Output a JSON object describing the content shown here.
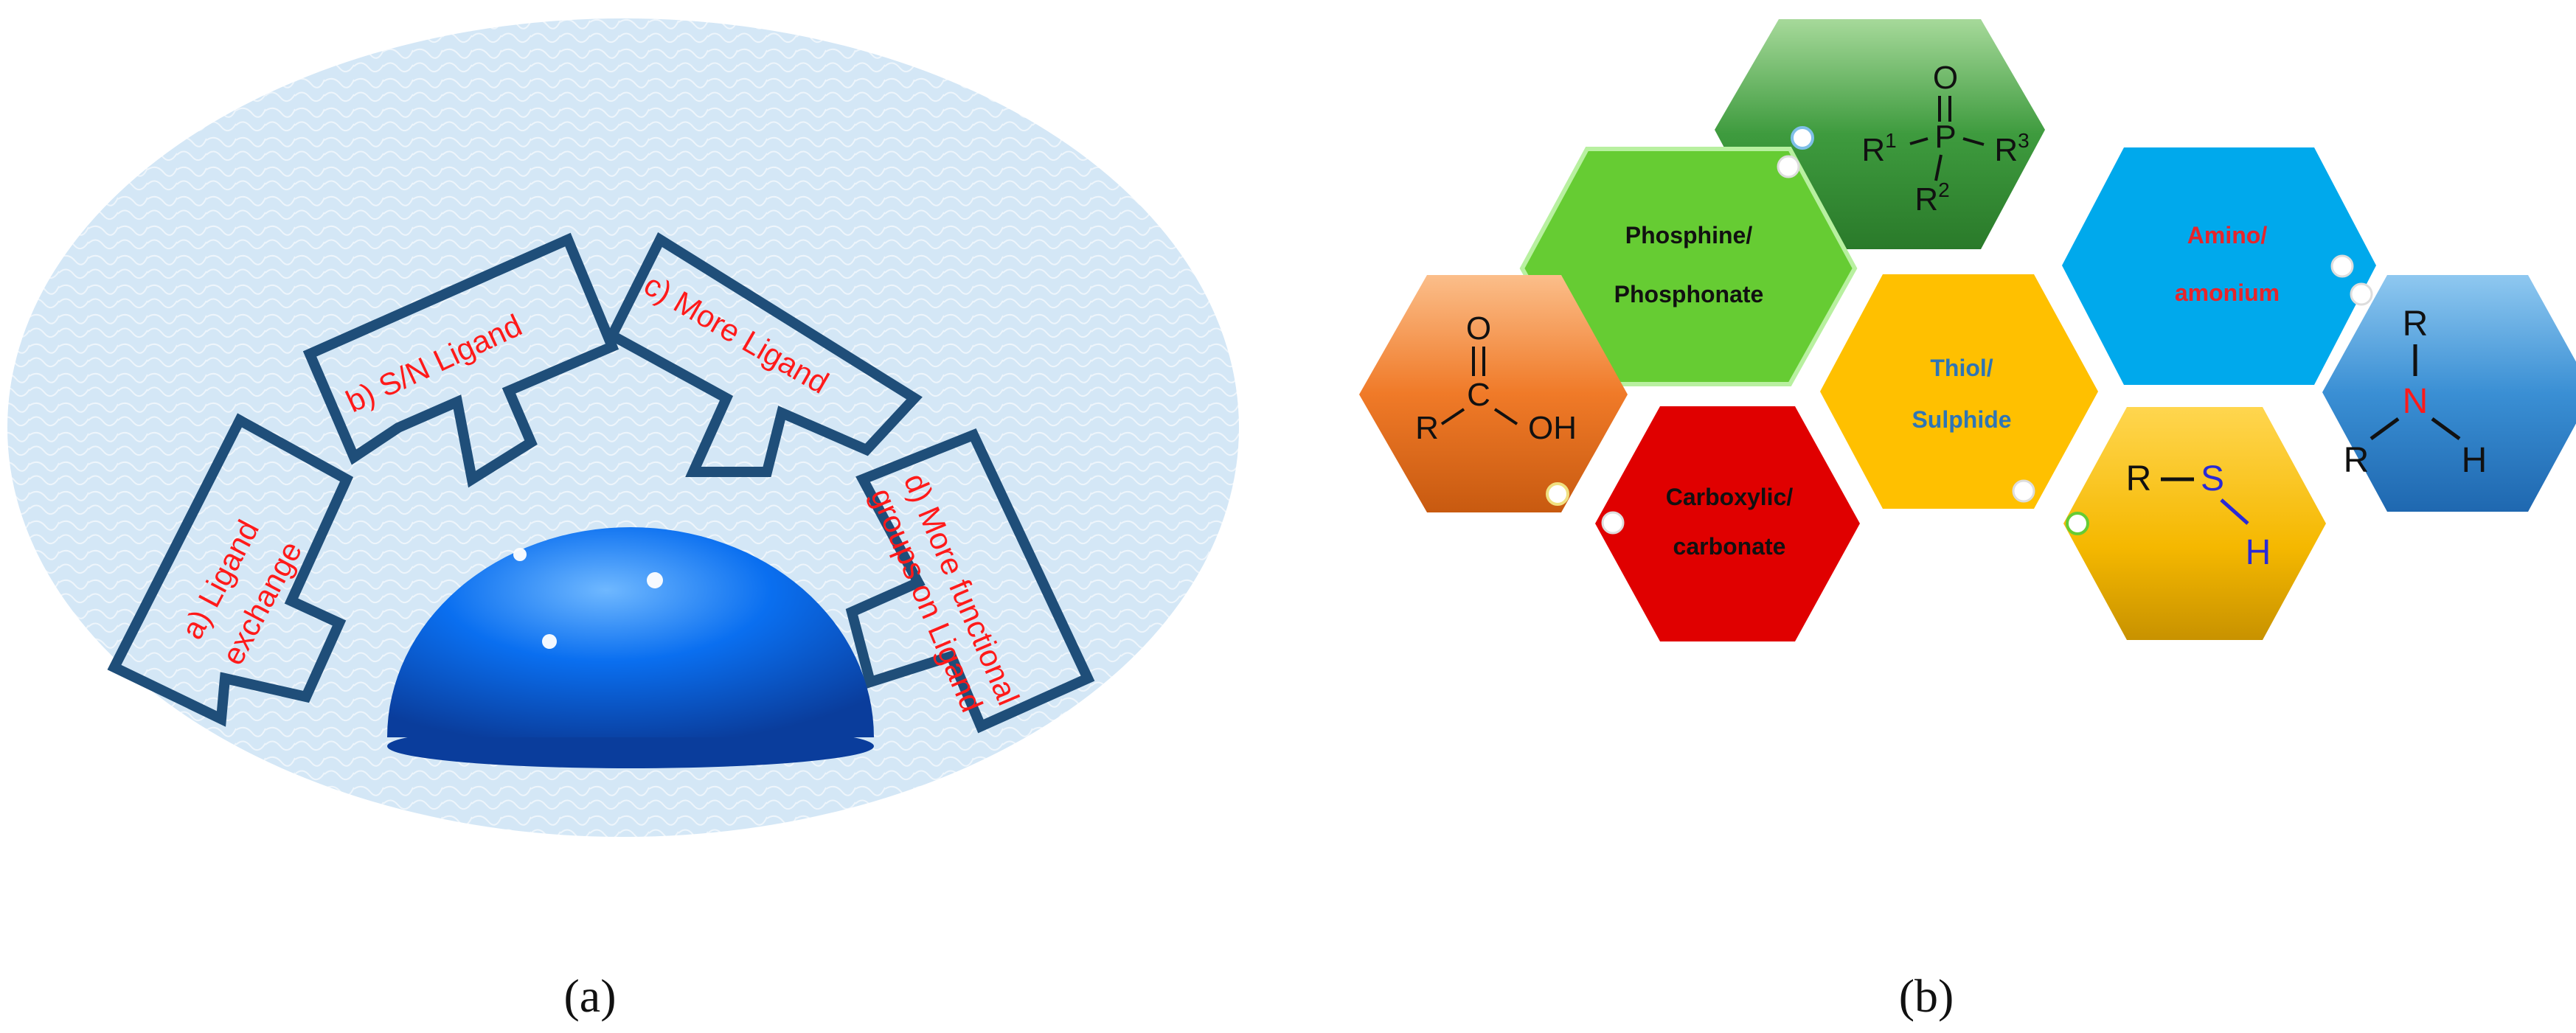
{
  "panel_a": {
    "caption": "(a)",
    "arrows": [
      {
        "id": "a",
        "label_line1": "a) Ligand",
        "label_line2": "exchange"
      },
      {
        "id": "b",
        "label_line1": "b) S/N Ligand"
      },
      {
        "id": "c",
        "label_line1": "c) More  Ligand"
      },
      {
        "id": "d",
        "label_line1": "d) More functional",
        "label_line2": "groups  on Ligand"
      }
    ],
    "colors": {
      "ellipse": "#cfe3f3",
      "arrow_stroke": "#1f4e79",
      "label": "#ff1a1a",
      "dome": "#0a63d6"
    }
  },
  "panel_b": {
    "caption": "(b)",
    "hexagons": [
      {
        "id": "phosphine",
        "line1": "Phosphine/",
        "line2": "Phosphonate",
        "color": "#66cc33",
        "text_color": "#111111"
      },
      {
        "id": "amino",
        "line1": "Amino/",
        "line2": "amonium",
        "color": "#00a9ec",
        "text_color": "#e8242a"
      },
      {
        "id": "thiol",
        "line1": "Thiol/",
        "line2": "Sulphide",
        "color": "#ffc000",
        "text_color": "#2e75b6"
      },
      {
        "id": "carboxylic",
        "line1": "Carboxylic/",
        "line2": "carbonate",
        "color": "#e00000",
        "text_color": "#111111"
      }
    ],
    "structures": {
      "phosphine": {
        "o": "O",
        "p": "P",
        "r": "R",
        "s1": "1",
        "s2": "2",
        "s3": "3",
        "color": "#2e8b2e"
      },
      "carboxylic_acid": {
        "o": "O",
        "c": "C",
        "r": "R",
        "oh": "OH",
        "color": "#f07a28"
      },
      "thiol": {
        "r": "R",
        "s": "S",
        "h": "H",
        "color": "#f5b800"
      },
      "amine": {
        "r_top": "R",
        "r_left": "R",
        "n": "N",
        "h": "H",
        "color": "#3a8fd4"
      }
    }
  }
}
